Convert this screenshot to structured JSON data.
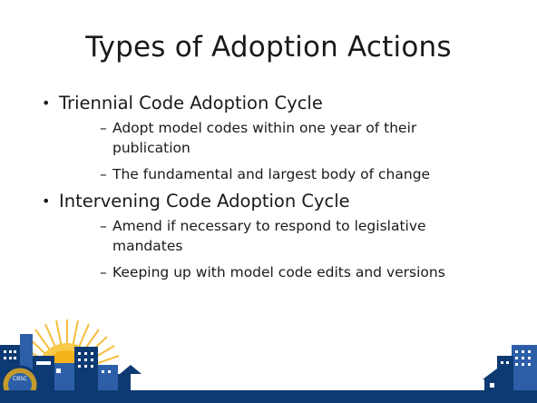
{
  "slide": {
    "title": "Types of Adoption Actions",
    "bullets": [
      {
        "text": "Triennial Code Adoption Cycle",
        "subitems": [
          [
            "Adopt model codes within one year of their",
            "publication"
          ],
          [
            "The fundamental and largest body of change"
          ]
        ]
      },
      {
        "text": "Intervening Code Adoption Cycle",
        "subitems": [
          [
            "Amend if necessary to respond to legislative",
            "mandates"
          ],
          [
            "Keeping up with model code edits and versions"
          ]
        ]
      }
    ],
    "logo_text": "CBSC"
  },
  "colors": {
    "navy": "#0e3a73",
    "sun": "#f6b21b",
    "building_blue": "#2c5fa8"
  }
}
